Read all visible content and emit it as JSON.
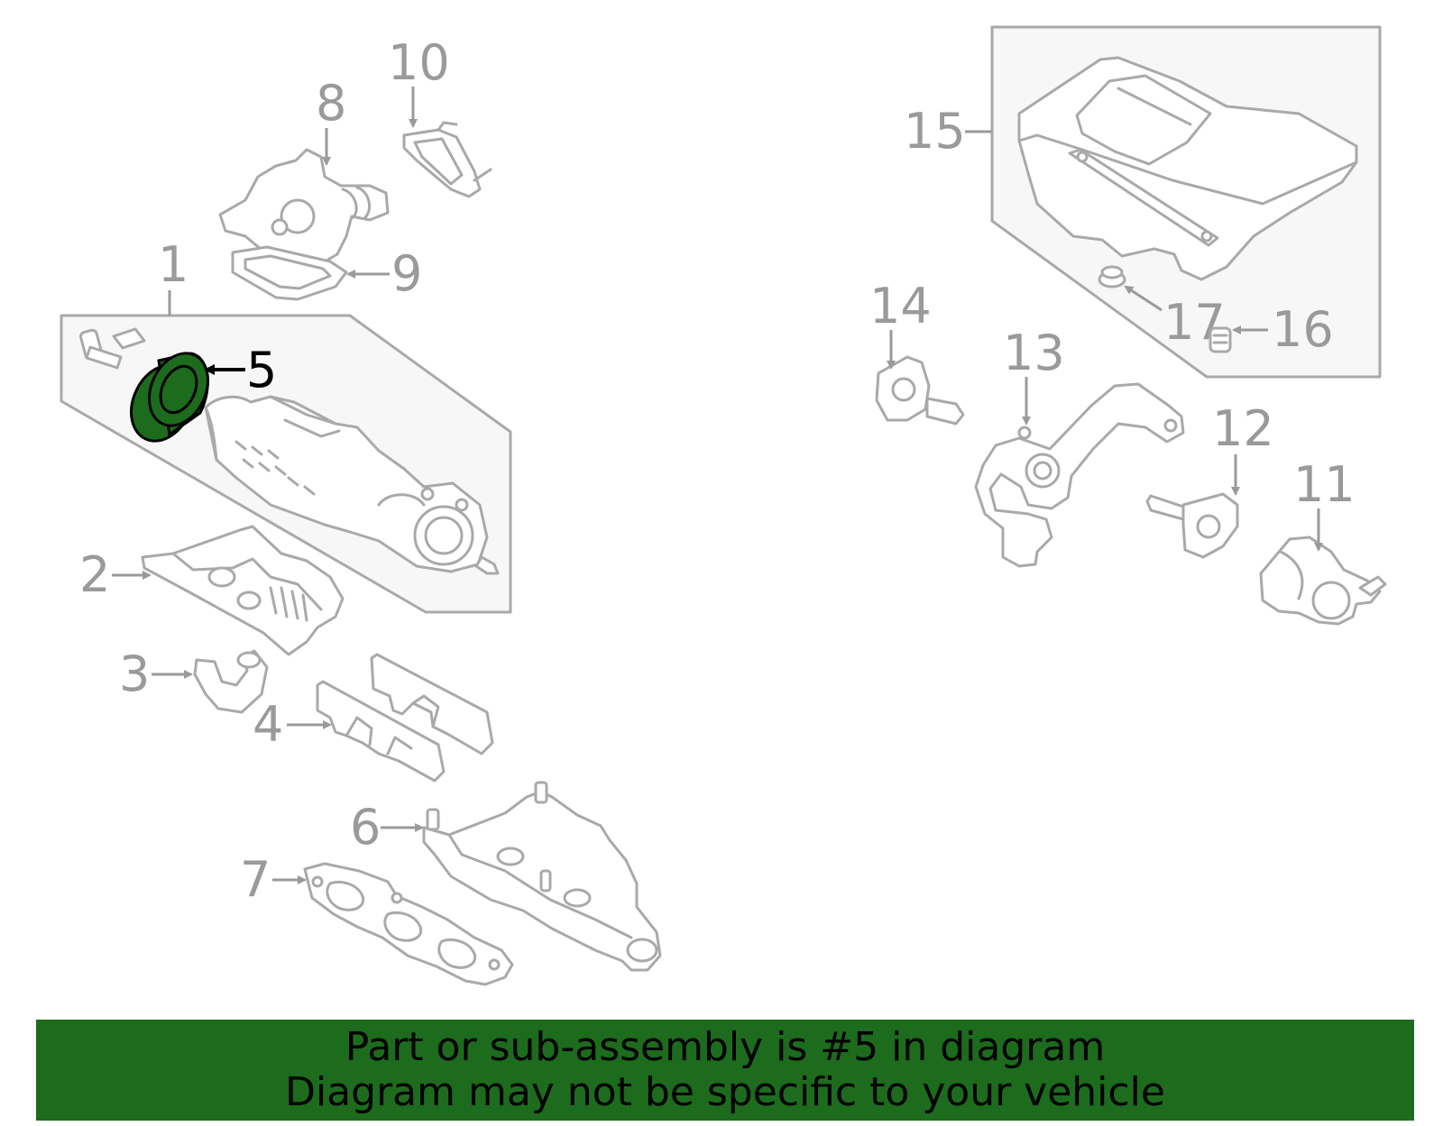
{
  "highlight_color": "#1d6b1d",
  "banner": {
    "background": "#1d6b1d",
    "line1": "Part or sub-assembly is #5 in diagram",
    "line2": "Diagram may not be specific to your vehicle"
  },
  "callouts": {
    "c1": "1",
    "c2": "2",
    "c3": "3",
    "c4": "4",
    "c5": "5",
    "c6": "6",
    "c7": "7",
    "c8": "8",
    "c9": "9",
    "c10": "10",
    "c11": "11",
    "c12": "12",
    "c13": "13",
    "c14": "14",
    "c15": "15",
    "c16": "16",
    "c17": "17"
  },
  "highlighted_callout": "5"
}
